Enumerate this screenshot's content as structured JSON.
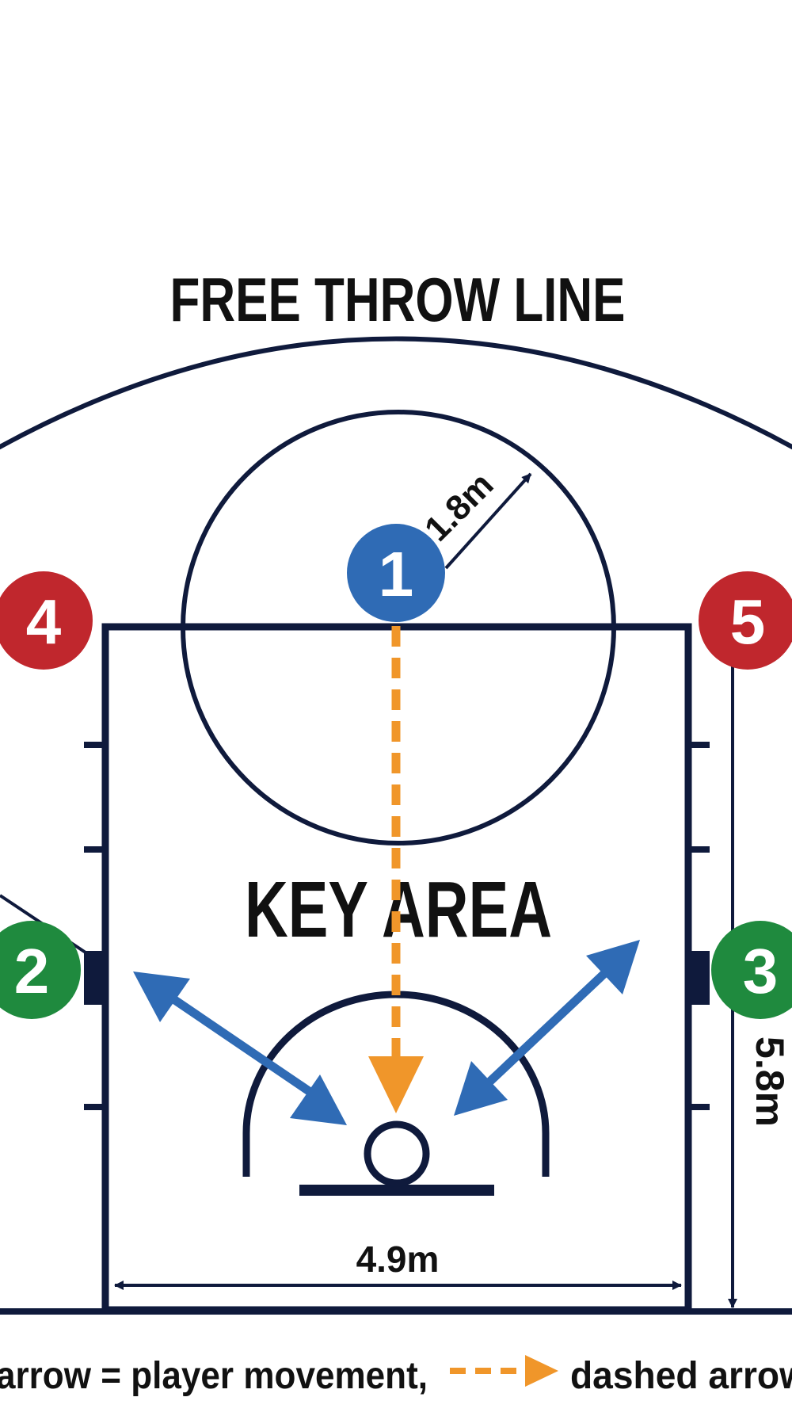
{
  "title": "FREE THROW LINE",
  "key_area_label": "KEY AREA",
  "dimensions": {
    "circle_radius": "1.8m",
    "key_width": "4.9m",
    "key_length": "5.8m"
  },
  "players": [
    {
      "number": "1",
      "team_color": "#2f6bb5"
    },
    {
      "number": "4",
      "team_color": "#c0272d"
    },
    {
      "number": "5",
      "team_color": "#c0272d"
    },
    {
      "number": "2",
      "team_color": "#1f8a3e"
    },
    {
      "number": "3",
      "team_color": "#1f8a3e"
    }
  ],
  "legend": {
    "solid_text": "arrow = player movement,",
    "dashed_text": "dashed arrow"
  },
  "colors": {
    "line": "#0f1a3c",
    "movement": "#2f6bb5",
    "pass": "#f0962a"
  }
}
